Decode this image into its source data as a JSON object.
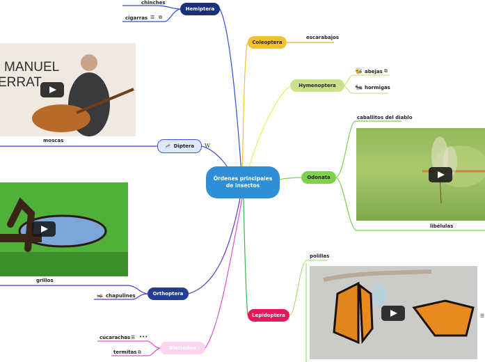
{
  "center": {
    "label": "Órdenes principales de insectos"
  },
  "branches": {
    "hemiptera": {
      "label": "Hemiptera",
      "children": [
        "chinches",
        "cigarras"
      ]
    },
    "coleoptera": {
      "label": "Coleoptera",
      "children": [
        "escarabajos"
      ]
    },
    "hymenoptera": {
      "label": "Hymenoptera",
      "children": [
        "abejas",
        "hormigas"
      ]
    },
    "odonata": {
      "label": "Odonata",
      "children": [
        "caballitos del diablo",
        "libélulas"
      ]
    },
    "diptera": {
      "label": "Diptera",
      "children": [
        "moscas"
      ]
    },
    "orthoptera": {
      "label": "Orthoptera",
      "children": [
        "chapulines",
        "grillos"
      ]
    },
    "lepidoptera": {
      "label": "Lepidoptera",
      "children": [
        "polillas"
      ]
    },
    "blattodea": {
      "label": "Blattodea",
      "children": [
        "cucarachas",
        "termitas"
      ]
    }
  },
  "video_text": {
    "manuel": "MANUEL",
    "serrat": "ERRAT"
  },
  "colors": {
    "center": "#2e8fd6",
    "hemiptera": "#1b2f7a",
    "coleoptera": "#f2c12e",
    "hymenoptera": "#cde08a",
    "odonata": "#7dd24a",
    "diptera": "#dfe9fb",
    "orthoptera": "#243c92",
    "lepidoptera": "#e3195a",
    "blattodea": "#fbd5ef"
  },
  "icons": [
    "list-icon",
    "external-link-icon",
    "more-icon",
    "wikipedia-icon",
    "play-icon"
  ]
}
